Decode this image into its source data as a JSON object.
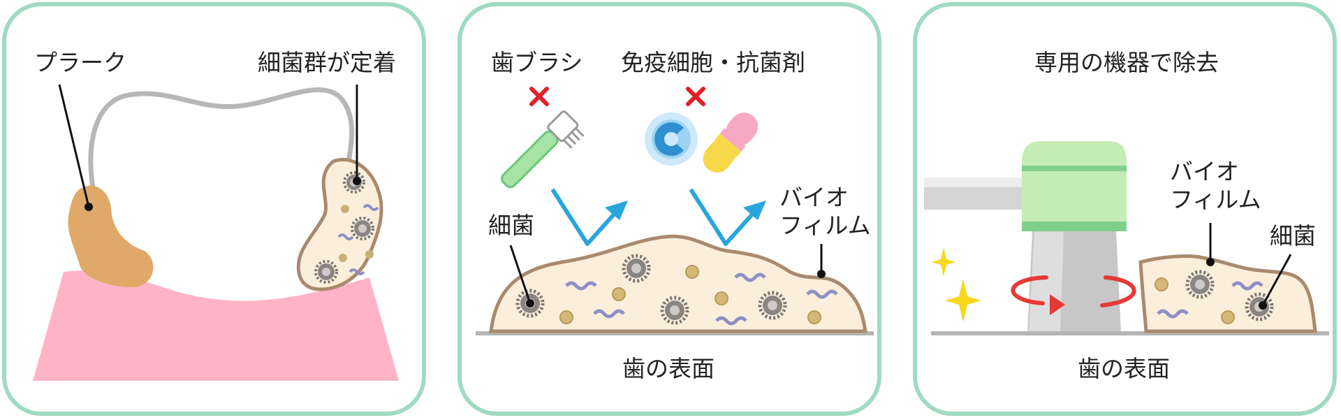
{
  "panel1": {
    "plaque_label": "プラーク",
    "colonies_label": "細菌群が定着"
  },
  "panel2": {
    "toothbrush_label": "歯ブラシ",
    "immune_label": "免疫細胞・抗菌剤",
    "bacteria_label": "細菌",
    "biofilm_label_line1": "バイオ",
    "biofilm_label_line2": "フィルム",
    "surface_label": "歯の表面"
  },
  "panel3": {
    "title": "専用の機器で除去",
    "biofilm_label_line1": "バイオ",
    "biofilm_label_line2": "フィルム",
    "bacteria_label": "細菌",
    "surface_label": "歯の表面"
  },
  "colors": {
    "panel_border": "#9fdbc2",
    "gum": "#ffb3c6",
    "plaque": "#e0a96a",
    "biofilm_fill": "#fbefdc",
    "biofilm_edge": "#a98a6e",
    "arrow": "#2aa5dc",
    "cross": "#e0202a",
    "rotation": "#e53935",
    "sparkle": "#f7d81e"
  }
}
